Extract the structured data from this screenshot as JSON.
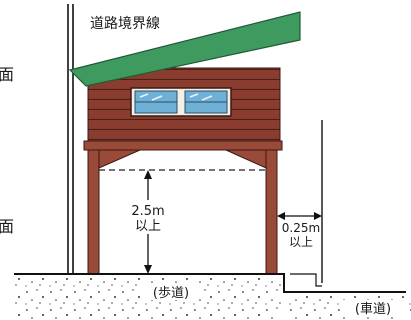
{
  "labels": {
    "road_boundary": "道路境界線",
    "clearance_value": "2.5m",
    "clearance_unit": "以上",
    "setback_value": "0.25m",
    "setback_unit": "以上",
    "sidewalk": "(歩道)",
    "roadway": "(車道)",
    "left_edge_upper": "面",
    "left_edge_lower": "面"
  },
  "colors": {
    "roof": "#3f9a60",
    "siding": "#8a3d2e",
    "timber": "#9a4a38",
    "window_glass": "#6fb0d6",
    "ground": "#222222"
  }
}
